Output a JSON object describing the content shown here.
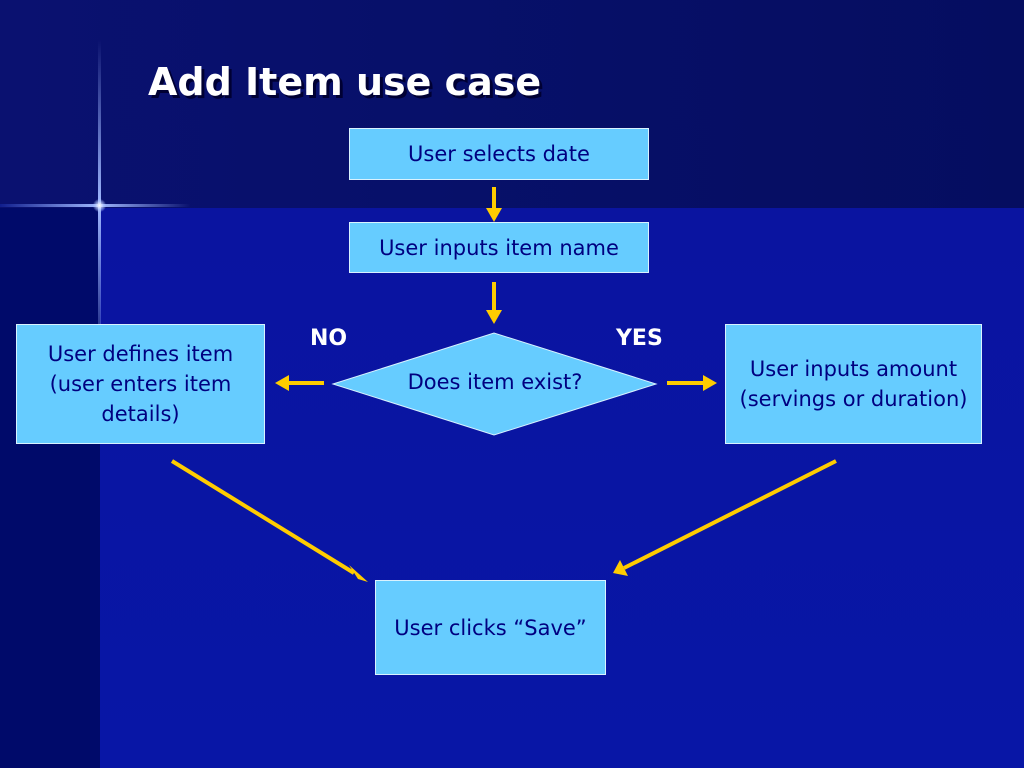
{
  "slide": {
    "title": "Add Item use case"
  },
  "flowchart": {
    "start_box": "User selects date",
    "input_box": "User inputs item name",
    "decision": "Does item exist?",
    "no_label": "NO",
    "yes_label": "YES",
    "no_branch_box": "User defines item (user enters item details)",
    "yes_branch_box": "User inputs amount (servings or duration)",
    "end_box": "User clicks “Save”"
  },
  "colors": {
    "background": "#00008a",
    "box_fill": "#66ccff",
    "box_text": "#000080",
    "arrow": "#ffcc00",
    "title": "#ffffff"
  }
}
